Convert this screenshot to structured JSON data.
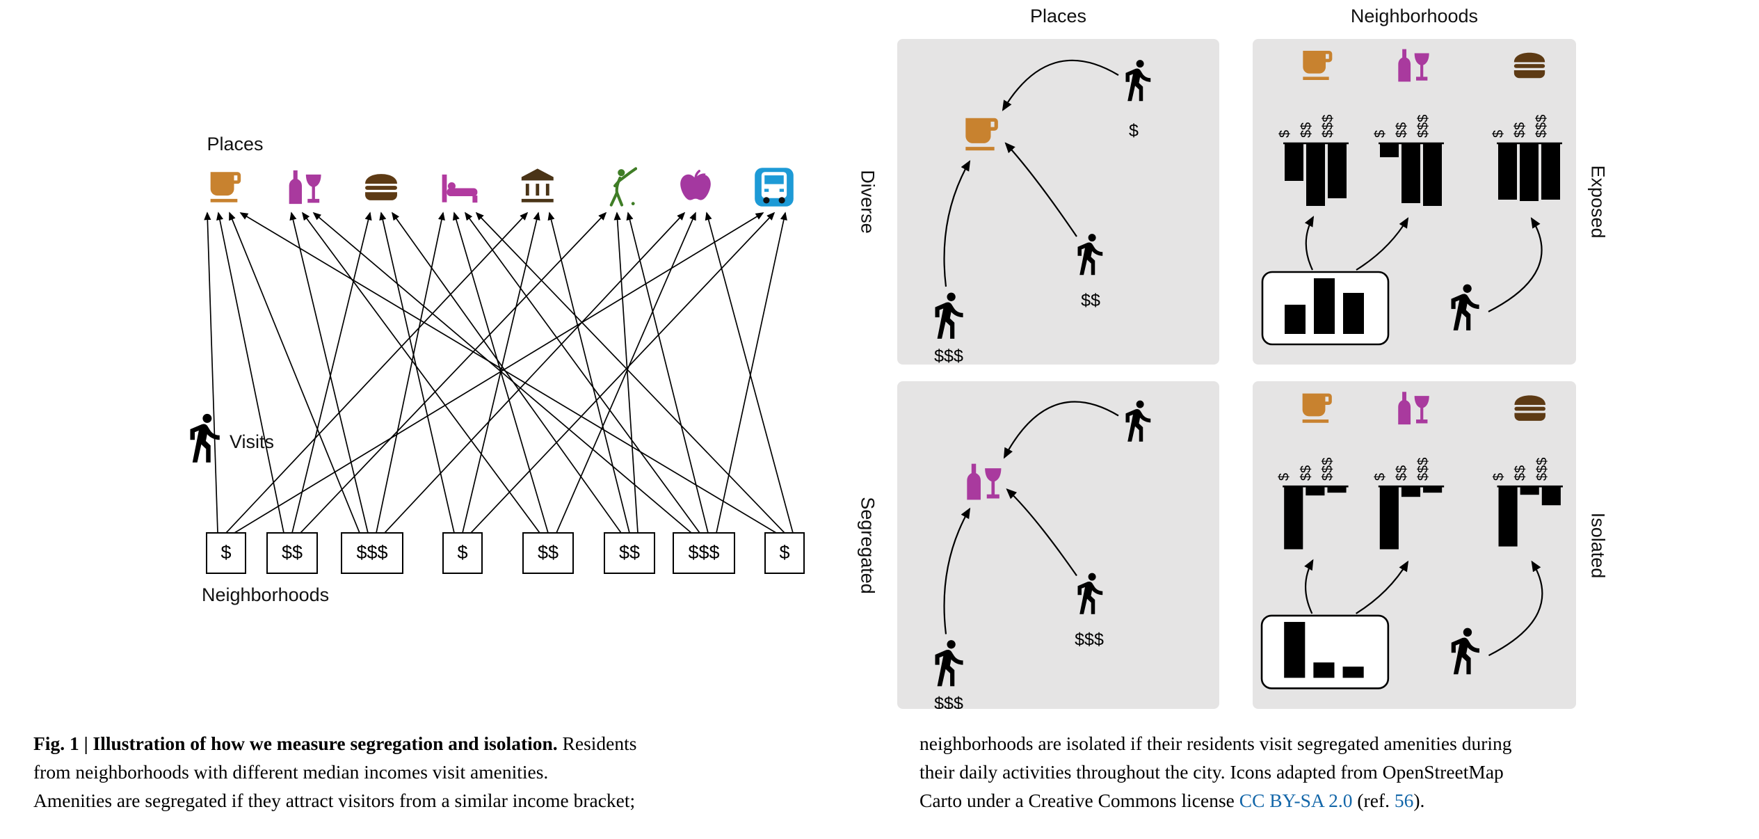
{
  "colors": {
    "coffee": "#c8822f",
    "wine": "#a93a9e",
    "burger": "#5d3a14",
    "bed": "#b13a9f",
    "museum": "#4a3417",
    "golf": "#3f7d26",
    "apple": "#a438a0",
    "bus": "#1d9ad6",
    "person": "#000000",
    "panel_bg": "#e5e4e4",
    "link": "#1467a9"
  },
  "bipartite": {
    "places_label": "Places",
    "neighborhoods_label": "Neighborhoods",
    "visits_label": "Visits",
    "places": [
      "coffee",
      "wine",
      "burger",
      "bed",
      "museum",
      "golf",
      "apple",
      "bus"
    ],
    "neighborhoods": [
      "$",
      "$$",
      "$$$",
      "$",
      "$$",
      "$$",
      "$$$",
      "$"
    ],
    "edges": [
      [
        0,
        0
      ],
      [
        0,
        4
      ],
      [
        0,
        7
      ],
      [
        1,
        0
      ],
      [
        1,
        2
      ],
      [
        1,
        5
      ],
      [
        2,
        0
      ],
      [
        2,
        1
      ],
      [
        2,
        3
      ],
      [
        2,
        6
      ],
      [
        3,
        2
      ],
      [
        3,
        4
      ],
      [
        3,
        7
      ],
      [
        4,
        1
      ],
      [
        4,
        3
      ],
      [
        4,
        6
      ],
      [
        5,
        2
      ],
      [
        5,
        4
      ],
      [
        5,
        5
      ],
      [
        6,
        1
      ],
      [
        6,
        3
      ],
      [
        6,
        5
      ],
      [
        6,
        7
      ],
      [
        7,
        0
      ],
      [
        7,
        3
      ],
      [
        7,
        6
      ]
    ]
  },
  "panel_headers": {
    "places": "Places",
    "neighborhoods": "Neighborhoods"
  },
  "income_labels": [
    "$",
    "$$",
    "$$$"
  ],
  "panels": {
    "diverse": {
      "side_label": "Diverse",
      "amenity": "coffee",
      "persons": [
        {
          "label": "$"
        },
        {
          "label": "$$"
        },
        {
          "label": "$$$"
        }
      ]
    },
    "segregated": {
      "side_label": "Segregated",
      "amenity": "wine",
      "persons": [
        {
          "label": ""
        },
        {
          "label": "$$$"
        },
        {
          "label": "$$$"
        }
      ]
    },
    "exposed": {
      "side_label": "Exposed",
      "charts": [
        {
          "amenity": "coffee",
          "values": [
            0.6,
            1,
            0.88
          ]
        },
        {
          "amenity": "wine",
          "values": [
            0.22,
            0.95,
            1
          ]
        },
        {
          "amenity": "burger",
          "values": [
            0.9,
            0.92,
            0.9
          ]
        }
      ],
      "box_values": [
        0.52,
        1,
        0.74
      ]
    },
    "isolated": {
      "side_label": "Isolated",
      "charts": [
        {
          "amenity": "coffee",
          "values": [
            1,
            0.14,
            0.1
          ]
        },
        {
          "amenity": "wine",
          "values": [
            1,
            0.17,
            0.1
          ]
        },
        {
          "amenity": "burger",
          "values": [
            0.95,
            0.13,
            0.3
          ]
        }
      ],
      "box_values": [
        1,
        0.27,
        0.2
      ]
    }
  },
  "caption": {
    "left": {
      "line1_fig": "Fig. 1 | ",
      "line1_bold": "Illustration of how we measure segregation and isolation.",
      "line1_rest": " Residents",
      "line2": "from neighborhoods with different median incomes visit amenities.",
      "line3": "Amenities are segregated if they attract visitors from a similar income bracket;"
    },
    "right": {
      "line1": "neighborhoods are isolated if their residents visit segregated amenities during",
      "line2": "their daily activities throughout the city. Icons adapted from OpenStreetMap",
      "line3_pre": "Carto under a Creative Commons license ",
      "license_link": "CC BY-SA 2.0",
      "ref_prefix": " (ref. ",
      "ref_link": "56",
      "ref_suffix": ")."
    }
  }
}
